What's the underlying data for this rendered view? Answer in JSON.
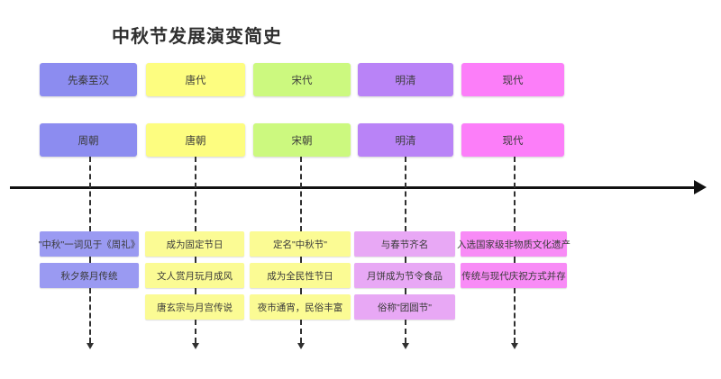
{
  "page": {
    "title": "中秋节发展演变简史",
    "background": "#ffffff"
  },
  "timeline": {
    "axis_name": "timeline-axis",
    "direction": "left-to-right",
    "arrow": "right-arrow"
  },
  "palette": {
    "periwinkle": "#8c8cf0",
    "periwinkle_light": "#9a9af2",
    "yellow": "#fdfd80",
    "yellow_light": "#fbfb94",
    "green": "#ccf97f",
    "green_light": "#d6fa95",
    "violet": "#b983f7",
    "violet_light": "#e8a8f5",
    "magenta": "#fc7ef9",
    "magenta_light": "#f88bf6"
  },
  "columns": [
    {
      "id": "col-1",
      "era_label": "先秦至汉",
      "dynasty_label": "周朝",
      "color": "#8c8cf0",
      "detail_color": "#9a9af2",
      "details": [
        "\"中秋\"一词见于《周礼》",
        "秋夕祭月传统"
      ]
    },
    {
      "id": "col-2",
      "era_label": "唐代",
      "dynasty_label": "唐朝",
      "color": "#fdfd80",
      "detail_color": "#fbfb94",
      "details": [
        "成为固定节日",
        "文人赏月玩月成风",
        "唐玄宗与月宫传说"
      ]
    },
    {
      "id": "col-3",
      "era_label": "宋代",
      "dynasty_label": "宋朝",
      "color": "#ccf97f",
      "detail_color": "#fbfb94",
      "details": [
        "定名\"中秋节\"",
        "成为全民性节日",
        "夜市通宵，民俗丰富"
      ]
    },
    {
      "id": "col-4",
      "era_label": "明清",
      "dynasty_label": "明清",
      "color": "#b983f7",
      "detail_color": "#e8a8f5",
      "details": [
        "与春节齐名",
        "月饼成为节令食品",
        "俗称\"团圆节\""
      ]
    },
    {
      "id": "col-5",
      "era_label": "现代",
      "dynasty_label": "现代",
      "color": "#fc7ef9",
      "detail_color": "#f88bf6",
      "details": [
        "入选国家级非物质文化遗产",
        "传统与现代庆祝方式并存"
      ]
    }
  ]
}
